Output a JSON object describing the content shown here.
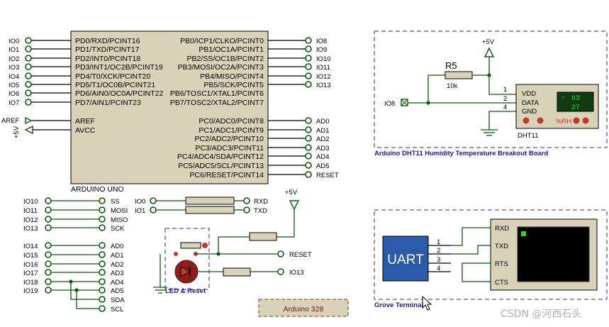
{
  "arduino": {
    "name": "ARDUINO UNO",
    "left_pins": [
      "PD0/RXD/PCINT16",
      "PD1/TXD/PCINT17",
      "PD2/INT0/PCINT18",
      "PD3/INT1/OC2B/PCINT19",
      "PD4/T0/XCK/PCINT20",
      "PD5/T1/OC0B/PCINT21",
      "PD6/AIN0/OC0A/PCINT22",
      "PD7/AIN1/PCINT23"
    ],
    "left_nets": [
      "IO0",
      "IO1",
      "IO2",
      "IO3",
      "IO4",
      "IO5",
      "IO6",
      "IO7"
    ],
    "aref": "AREF",
    "avcc": "AVCC",
    "aref_net": "AREF",
    "avcc_net": "+5V",
    "right_pins_b": [
      "PB0/ICP1/CLKO/PCINT0",
      "PB1/OC1A/PCINT1",
      "PB2/SS/OC1B/PCINT2",
      "PB3/MOSI/OC2A/PCINT3",
      "PB4/MISO/PCINT4",
      "PB5/SCK/PCINT5",
      "PB6/TOSC1/XTAL1/PCINT6",
      "PB7/TOSC2/XTAL2/PCINT7"
    ],
    "right_nets_b": [
      "IO8",
      "IO9",
      "IO10",
      "IO11",
      "IO12",
      "IO13",
      "",
      ""
    ],
    "right_pins_c": [
      "PC0/ADC0/PCINT8",
      "PC1/ADC1/PCINT9",
      "PC2/ADC2/PCINT10",
      "PC3/ADC3/PCINT11",
      "PC4/ADC4/SDA/PCINT12",
      "PC5/ADC5/SCL/PCINT13",
      "PC6/RESET/PCINT14"
    ],
    "right_nets_c": [
      "AD0",
      "AD1",
      "AD2",
      "AD3",
      "AD4",
      "AD5",
      "RESET"
    ]
  },
  "spi_map": {
    "left": [
      "IO10",
      "IO11",
      "IO12",
      "IO13"
    ],
    "right": [
      "SS",
      "MOSI",
      "MISO",
      "SCK"
    ]
  },
  "analog_map": {
    "left": [
      "IO14",
      "IO15",
      "IO16",
      "IO17",
      "IO18",
      "IO19"
    ],
    "right": [
      "AD0",
      "AD1",
      "AD2",
      "AD3",
      "AD4",
      "AD5",
      "SDA",
      "SCL"
    ]
  },
  "serial_map": {
    "left": [
      "IO0",
      "IO1"
    ],
    "right": [
      "RXD",
      "TXD"
    ]
  },
  "led_reset": {
    "title": "LED & Reset",
    "supply": "+5V",
    "reset_net": "RESET",
    "led_net": "IO13"
  },
  "board_label": "Arduino 328",
  "dht11": {
    "box_title": "Arduino DHT11 Humidity Temperature Breakout Board",
    "supply": "+5V",
    "resistor": "R5",
    "resistor_value": "10k",
    "net": "IO8",
    "pins": [
      "VDD",
      "DATA",
      "GND"
    ],
    "pin_numbers": [
      "1",
      "2",
      "4"
    ],
    "display_top": "83",
    "display_bottom": "27",
    "unit": "%RH",
    "part": "DHT11"
  },
  "terminal": {
    "box_title": "Grove Terminal",
    "uart_label": "UART",
    "pin_numbers": [
      "1",
      "2",
      "3",
      "4"
    ],
    "pins": [
      "RXD",
      "TXD",
      "RTS",
      "CTS"
    ]
  },
  "watermark": "CSDN @河西石头",
  "colors": {
    "chip": "#d8d2b8",
    "wire": "#0b5a0b",
    "dash": "#2b2b8a",
    "uart": "#2a5aa8",
    "lcd": "#113c11",
    "lcd_text": "#2bd32b"
  }
}
